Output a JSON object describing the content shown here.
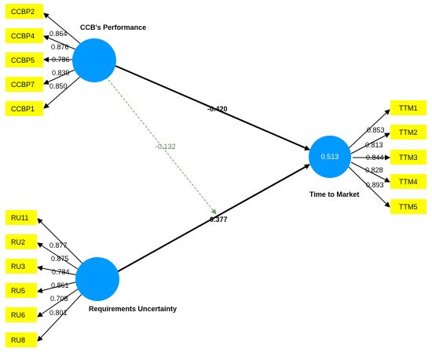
{
  "constructs": {
    "ccb": {
      "label": "CCB's Performance",
      "fill": "#0099ff"
    },
    "ru": {
      "label": "Requirements Uncertainty",
      "fill": "#0099ff"
    },
    "ttm": {
      "label": "Time to Market",
      "r2": "0.513",
      "fill": "#0099ff"
    }
  },
  "indicators": {
    "ccb": [
      {
        "name": "CCBP2",
        "loading": "0.864"
      },
      {
        "name": "CCBP4",
        "loading": "0.876"
      },
      {
        "name": "CCBP5",
        "loading": "0.786"
      },
      {
        "name": "CCBP7",
        "loading": "0.839"
      },
      {
        "name": "CCBP1",
        "loading": "0.850"
      }
    ],
    "ru": [
      {
        "name": "RU11",
        "loading": "0.877"
      },
      {
        "name": "RU2",
        "loading": "0.875"
      },
      {
        "name": "RU3",
        "loading": "0.784"
      },
      {
        "name": "RU5",
        "loading": "0.861"
      },
      {
        "name": "RU6",
        "loading": "0.708"
      },
      {
        "name": "RU8",
        "loading": "0.801"
      }
    ],
    "ttm": [
      {
        "name": "TTM1",
        "loading": "0.853"
      },
      {
        "name": "TTM2",
        "loading": "0.813"
      },
      {
        "name": "TTM3",
        "loading": "0.844"
      },
      {
        "name": "TTM4",
        "loading": "0.828"
      },
      {
        "name": "TTM5",
        "loading": "0.893"
      }
    ]
  },
  "paths": {
    "ccb_ttm": "-0.420",
    "ru_ttm": "0.377",
    "ccb_ru": "-0.132"
  },
  "colors": {
    "indicator_fill": "#ffff00",
    "construct_fill": "#0099ff",
    "dashed_line": "#7a9a7a"
  }
}
